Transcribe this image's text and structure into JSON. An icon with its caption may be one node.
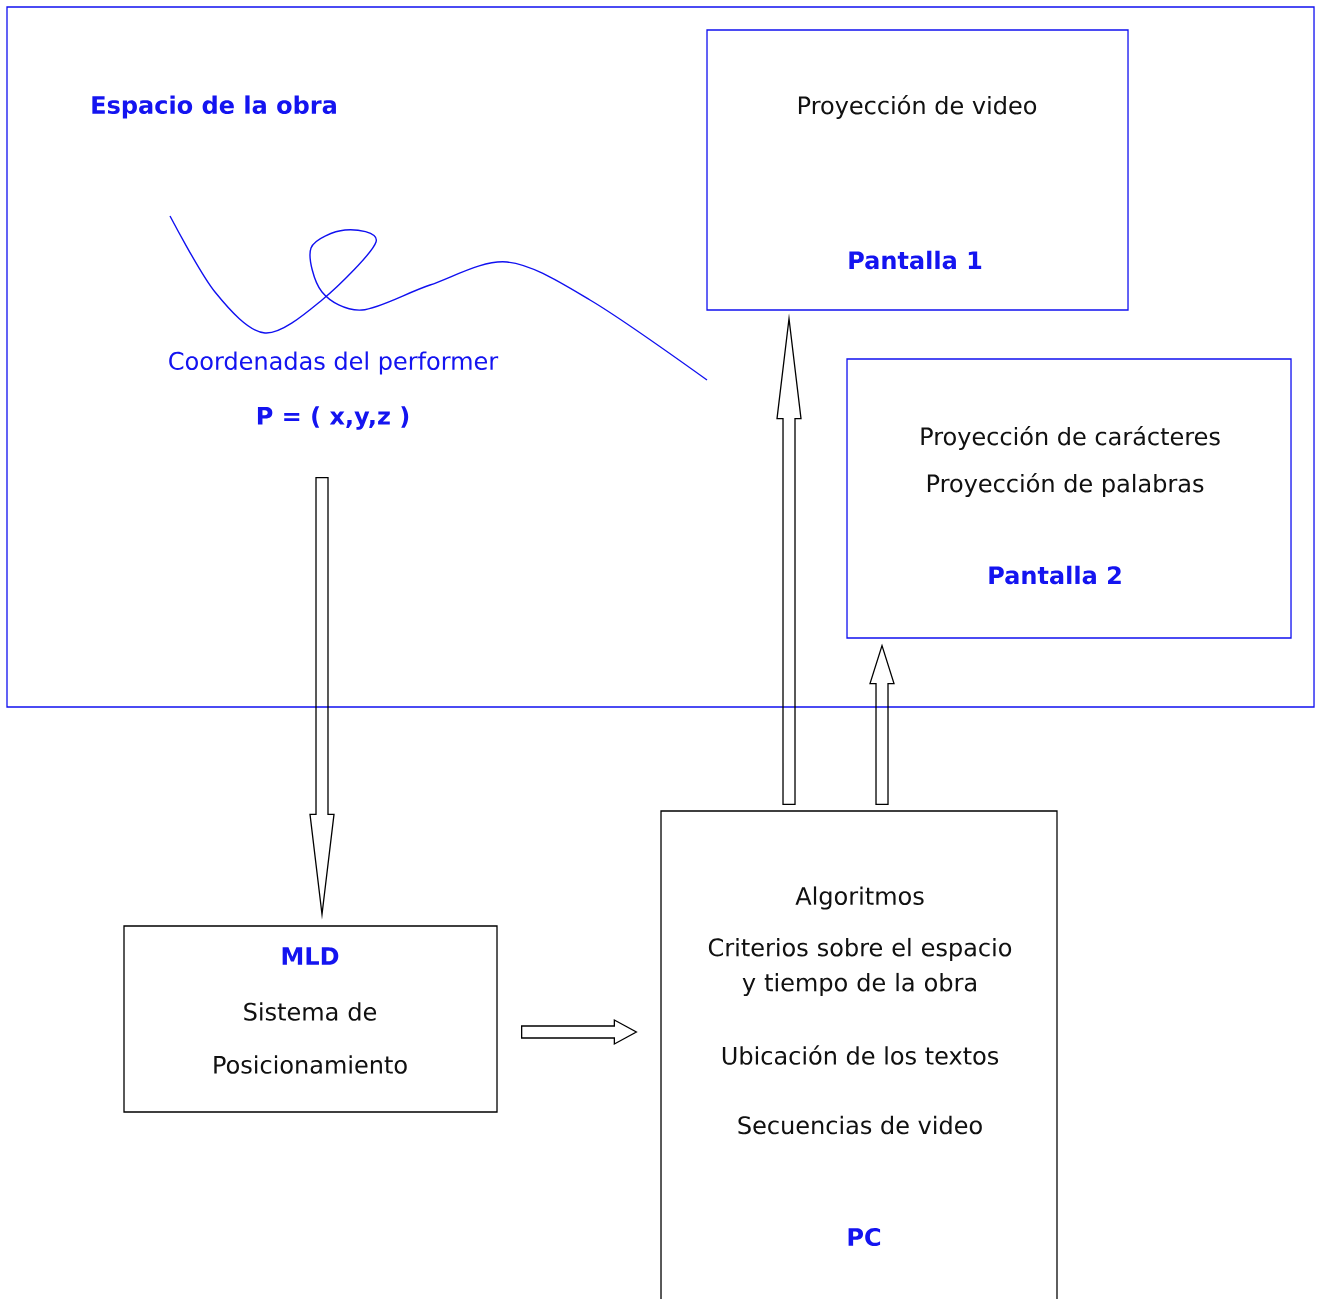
{
  "diagram": {
    "nodes": [
      {
        "text": [
          "Espacio de la obra"
        ]
      },
      {
        "text": [
          "Coordenadas del performer",
          "P = ( x,y,z )"
        ],
        "in": 0
      },
      {
        "text": [
          "Proyección de video",
          "Pantalla 1"
        ],
        "in": 0
      },
      {
        "text": [
          "Proyección de carácteres",
          "Proyección de palabras",
          "Pantalla 2"
        ],
        "in": 0
      },
      {
        "text": [
          "MLD",
          "Sistema de Posicionamiento"
        ]
      },
      {
        "text": [
          "Algoritmos",
          "Criterios sobre el espacio y tiempo de la obra",
          "Ubicación de los textos",
          "Secuencias de video",
          "PC"
        ]
      }
    ],
    "edges": [
      {
        "from": 1,
        "to": 4,
        "arrow": "to"
      },
      {
        "from": 4,
        "to": 5,
        "arrow": "to"
      },
      {
        "from": 5,
        "to": 2,
        "arrow": "to"
      },
      {
        "from": 5,
        "to": 3,
        "arrow": "to"
      }
    ]
  }
}
